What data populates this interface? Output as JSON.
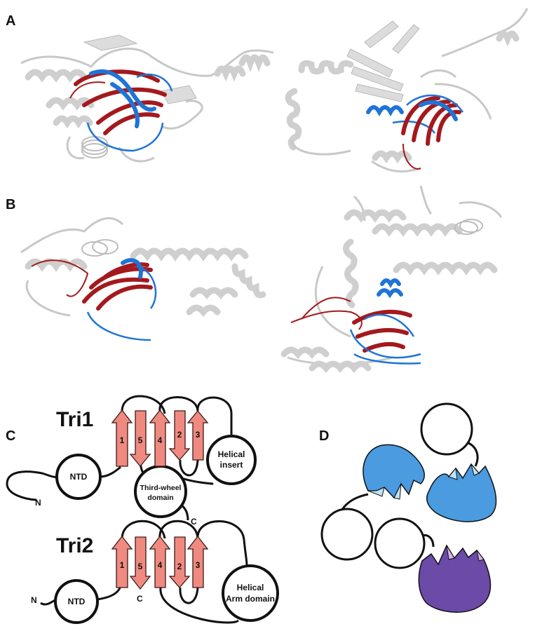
{
  "panels": {
    "a": "A",
    "b": "B",
    "c": "C",
    "d": "D"
  },
  "tri1": {
    "title": "Tri1",
    "strands": [
      "1",
      "5",
      "4",
      "2",
      "3"
    ],
    "ntd": "NTD",
    "helical_insert": [
      "Helical",
      "insert"
    ],
    "third_wheel": [
      "Third-wheel",
      "domain"
    ],
    "n_term": "N",
    "c_term": "C"
  },
  "tri2": {
    "title": "Tri2",
    "strands": [
      "1",
      "5",
      "4",
      "2",
      "3"
    ],
    "ntd": "NTD",
    "helical_arm": [
      "Helical",
      "Arm domain"
    ],
    "n_term": "N",
    "c_term": "C"
  },
  "colors": {
    "structure_gray": "#d9d9d9",
    "overlay_red": "#a3191d",
    "overlay_blue": "#1f74d6",
    "strand_salmon": "#f08a80",
    "flower_blue": "#4a9be0",
    "flower_purple": "#6b4aa8"
  }
}
